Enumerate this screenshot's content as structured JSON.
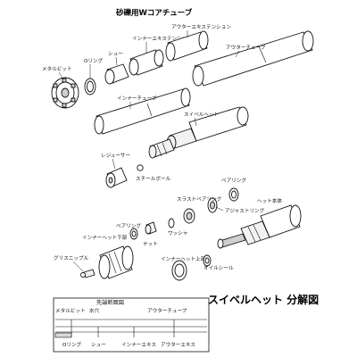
{
  "title": "砂礫用Wコアチューブ",
  "caption": "スイベルヘット 分解図",
  "inset_title": "先端断面図",
  "parts": {
    "metal_bit": "メタルビット",
    "o_ring": "Oリング",
    "shoe": "シュー",
    "inner_extension": "インナーエキステンション",
    "outer_extension": "アウターエキステンション",
    "outer_tube": "アウターチューブ",
    "inner_tube": "インナーチューブ",
    "swivel_head": "スイベルヘット",
    "regulator": "レジューサー",
    "steel_ball": "スチールボール",
    "thrust_bearing": "スラストベアリング",
    "bearing_top": "ベアリング",
    "adjust_ring": "アジャストリング",
    "head_body": "ヘット本体",
    "bearing_mid": "ベアリング",
    "nut": "ナット",
    "washer": "ワッシャ",
    "inner_head_lower": "インナーヘット下部",
    "grease_nipple": "グリスニップル",
    "inner_head_upper": "インナーヘット上部",
    "oil_seal": "オイルシール"
  },
  "inset_labels": {
    "metal_bit": "メタルビット",
    "water_hole": "水穴",
    "outer_tube": "アウターチューブ",
    "o_ring": "Oリング",
    "shoe": "シュー",
    "inner_ex": "インナーエキス",
    "outer_ex": "アウターエキス"
  }
}
